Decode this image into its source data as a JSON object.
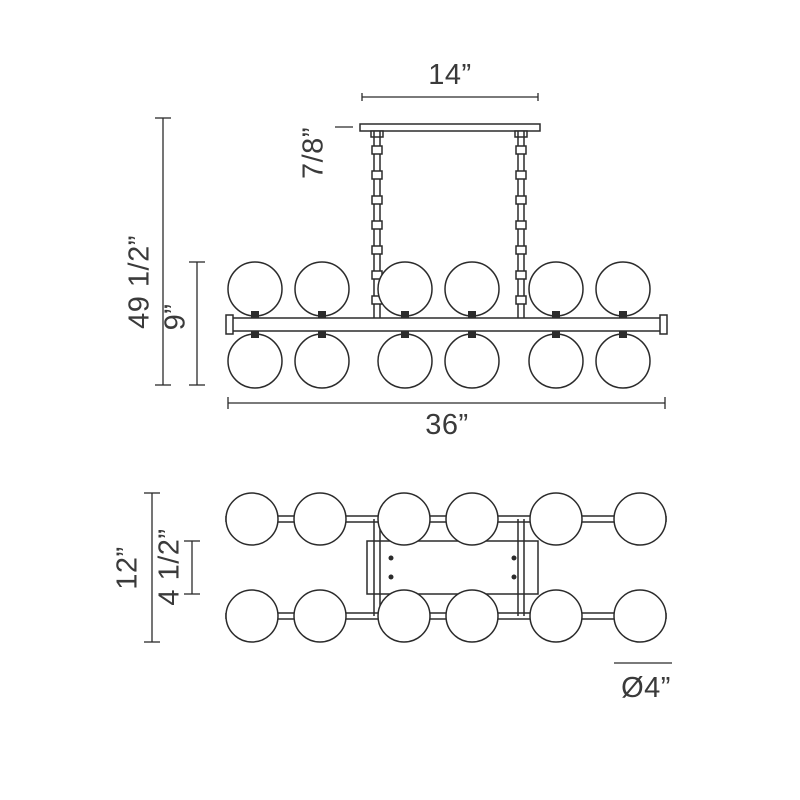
{
  "diagram": {
    "labels": {
      "canopy_width": "14”",
      "canopy_height": "7/8”",
      "overall_height": "49 1/2”",
      "fixture_height": "9”",
      "fixture_length": "36”",
      "plan_overall_depth": "12”",
      "canopy_depth": "4 1/2”",
      "globe_diameter": "Ø4”"
    }
  }
}
